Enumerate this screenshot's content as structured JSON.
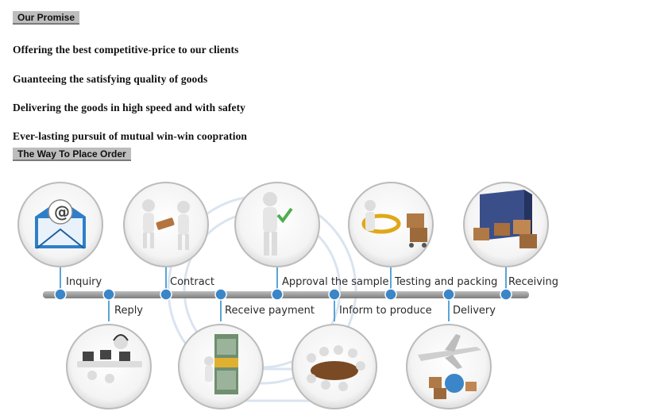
{
  "promise_section": {
    "heading": "Our Promise",
    "items": [
      "Offering the best competitive-price to our clients",
      "Guanteeing the satisfying quality of goods",
      "Delivering the goods in high speed and with safety",
      "Ever-lasting pursuit of mutual win-win coopration"
    ]
  },
  "order_section": {
    "heading": "The Way To Place Order",
    "steps": [
      "Inquiry",
      "Reply",
      "Contract",
      "Receive payment",
      "Approval the sample",
      "Inform to produce",
      "Testing and packing",
      "Delivery",
      "Receiving"
    ]
  },
  "colors": {
    "heading_bg": "#bdbdbd",
    "timeline_bar": "#9a9a9a",
    "node_blue": "#3a86c8",
    "connector": "#5aa5d8"
  }
}
